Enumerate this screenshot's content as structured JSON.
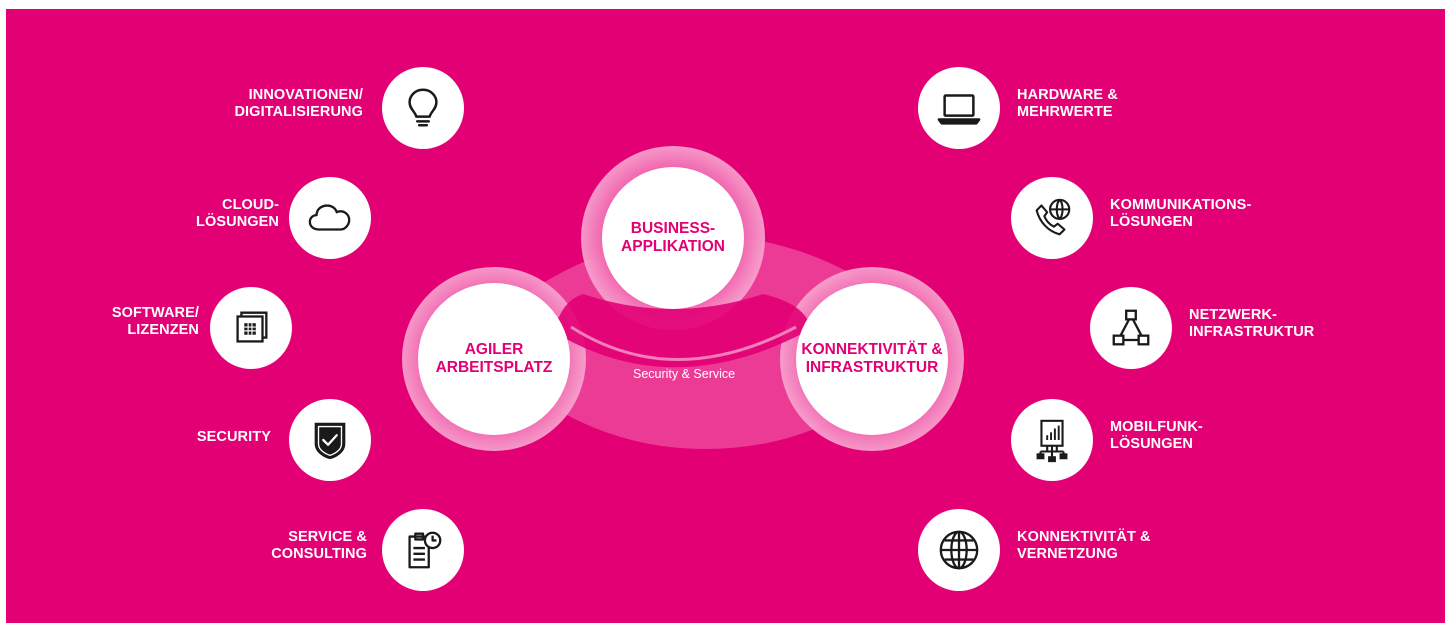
{
  "colors": {
    "brand": "#e20074",
    "surface": "#ffffff",
    "icon": "#1a1a1a"
  },
  "hub": {
    "top": "BUSINESS-\nAPPLIKATION",
    "left": "AGILER\nARBEITSPLATZ",
    "right": "KONNEKTIVITÄT &\nINFRASTRUKTUR",
    "band": "Security & Service"
  },
  "left_features": [
    {
      "label": "INNOVATIONEN/\nDIGITALISIERUNG",
      "icon": "lightbulb-icon"
    },
    {
      "label": "CLOUD-\nLÖSUNGEN",
      "icon": "cloud-icon"
    },
    {
      "label": "SOFTWARE/\nLIZENZEN",
      "icon": "software-stack-icon"
    },
    {
      "label": "SECURITY",
      "icon": "shield-check-icon"
    },
    {
      "label": "SERVICE &\nCONSULTING",
      "icon": "clipboard-clock-icon"
    }
  ],
  "right_features": [
    {
      "label": "HARDWARE &\nMEHRWERTE",
      "icon": "laptop-icon"
    },
    {
      "label": "KOMMUNIKATIONS-\nLÖSUNGEN",
      "icon": "phone-globe-icon"
    },
    {
      "label": "NETZWERK-\nINFRASTRUKTUR",
      "icon": "network-nodes-icon"
    },
    {
      "label": "MOBILFUNK-\nLÖSUNGEN",
      "icon": "mobile-signal-icon"
    },
    {
      "label": "KONNEKTIVITÄT &\nVERNETZUNG",
      "icon": "globe-icon"
    }
  ]
}
